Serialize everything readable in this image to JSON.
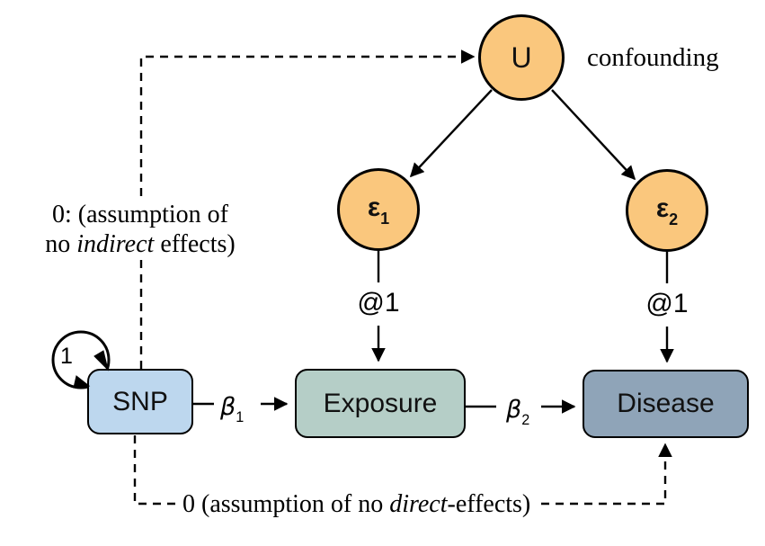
{
  "diagram": {
    "nodes": {
      "confounder": {
        "label": "U"
      },
      "error1": {
        "label": "ε",
        "subscript": "1"
      },
      "error2": {
        "label": "ε",
        "subscript": "2"
      },
      "snp": {
        "label": "SNP"
      },
      "exposure": {
        "label": "Exposure"
      },
      "disease": {
        "label": "Disease"
      }
    },
    "edge_labels": {
      "beta1": {
        "label": "β",
        "subscript": "1"
      },
      "beta2": {
        "label": "β",
        "subscript": "2"
      },
      "variance_loop": {
        "label": "1"
      },
      "error1_loading": {
        "label": "@1"
      },
      "error2_loading": {
        "label": "@1"
      }
    },
    "annotations": {
      "confounding": "confounding",
      "indirect_line1": "0: (assumption of",
      "indirect_line2_pre": "no ",
      "indirect_line2_em": "indirect",
      "indirect_line2_post": " effects)",
      "direct_pre": "0 (assumption of no ",
      "direct_em": "direct",
      "direct_post": "-effects)"
    },
    "colors": {
      "node_orange": "#FAC77D",
      "snp_blue": "#BDD7EE",
      "exposure_green": "#B5CEC7",
      "disease_slate": "#8FA4B8",
      "stroke": "#000000"
    }
  }
}
